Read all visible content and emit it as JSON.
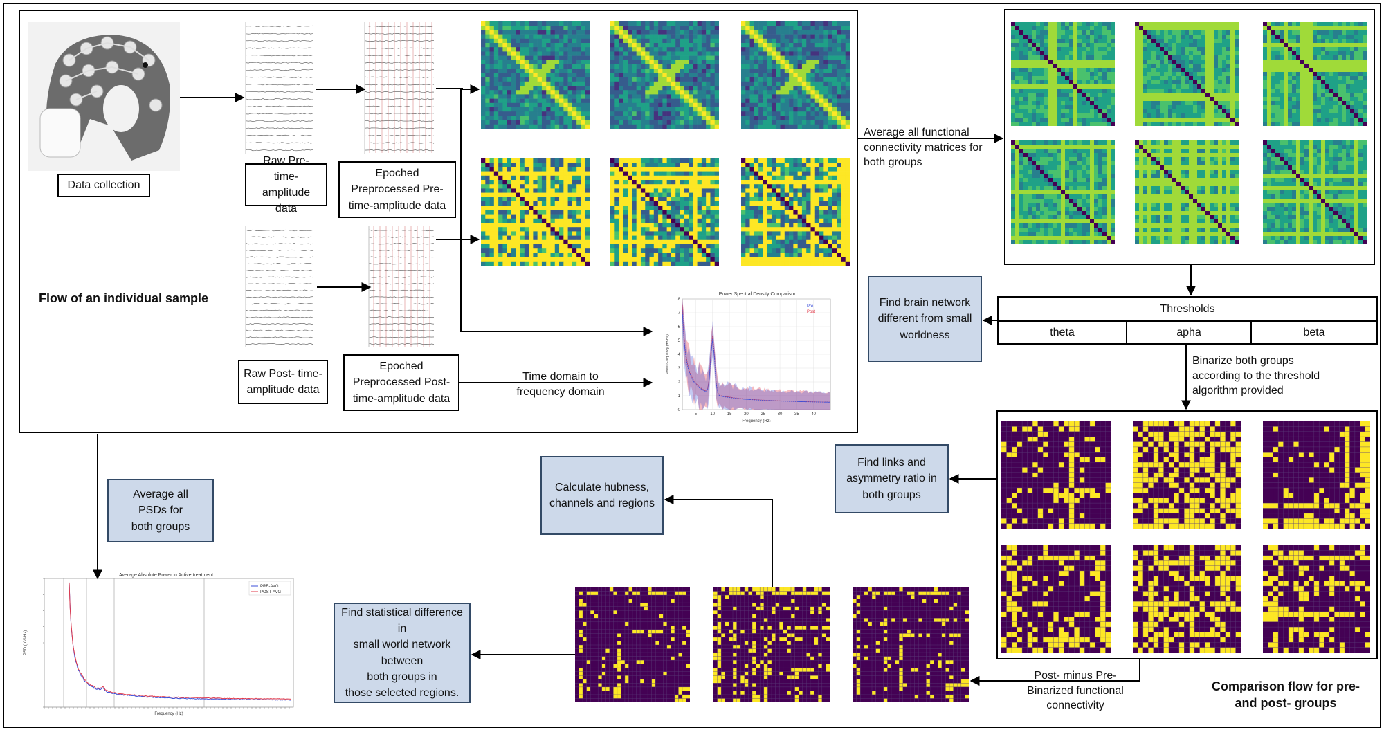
{
  "labels": {
    "data_collection": "Data collection",
    "raw_pre": "Raw Pre- time-\namplitude data",
    "epoched_pre": "Epoched\nPreprocessed Pre-\ntime-amplitude data",
    "raw_post": "Raw Post- time-\namplitude data",
    "epoched_post": "Epoched\nPreprocessed Post-\ntime-amplitude data",
    "time_to_freq": "Time domain to\nfrequency domain",
    "flow_individual": "Flow of an individual sample",
    "average_fc": "Average all functional\nconnectivity matrices for\nboth groups",
    "find_brain_network": "Find brain network\ndifferent from small\nworldness",
    "thresholds_header": "Thresholds",
    "threshold_bands": [
      "theta",
      "apha",
      "beta"
    ],
    "binarize": "Binarize both groups\naccording to the threshold\nalgorithm provided",
    "find_links": "Find links and\nasymmetry ratio in\nboth groups",
    "calculate_hubness": "Calculate hubness,\nchannels and regions",
    "average_psds": "Average all\nPSDs for\nboth groups",
    "find_stat_diff": "Find statistical difference in\nsmall world network between\nboth groups in\nthose selected regions.",
    "post_minus_pre": "Post- minus Pre-\nBinarized functional\nconnectivity",
    "comparison_flow": "Comparison flow for pre-\nand post- groups"
  },
  "psd_chart": {
    "title": "Power Spectral Density Comparison",
    "xlabel": "Frequency (Hz)",
    "ylabel": "Power/Frequency (dB/Hz)",
    "legend": [
      "Pre",
      "Post"
    ],
    "xticks": [
      "5",
      "10",
      "15",
      "20",
      "25",
      "30",
      "35",
      "40"
    ],
    "yticks": [
      "0",
      "1",
      "2",
      "3",
      "4",
      "5",
      "6",
      "7",
      "8"
    ],
    "colors": {
      "pre": "#3b4fd8",
      "post": "#e23a4a"
    }
  },
  "avg_power_chart": {
    "title": "Average Absolute Power in Active treatment",
    "xlabel": "Frequency (Hz)",
    "ylabel": "PSD (µV²/Hz)",
    "legend": [
      "PRE-AVG",
      "POST-AVG"
    ],
    "colors": {
      "pre": "#3b4fd8",
      "post": "#e23a4a"
    }
  },
  "colors": {
    "blue_box_fill": "#cdd9ea",
    "blue_box_border": "#334a66",
    "viridis_dark": "#440154",
    "viridis_yellow": "#fde725"
  }
}
